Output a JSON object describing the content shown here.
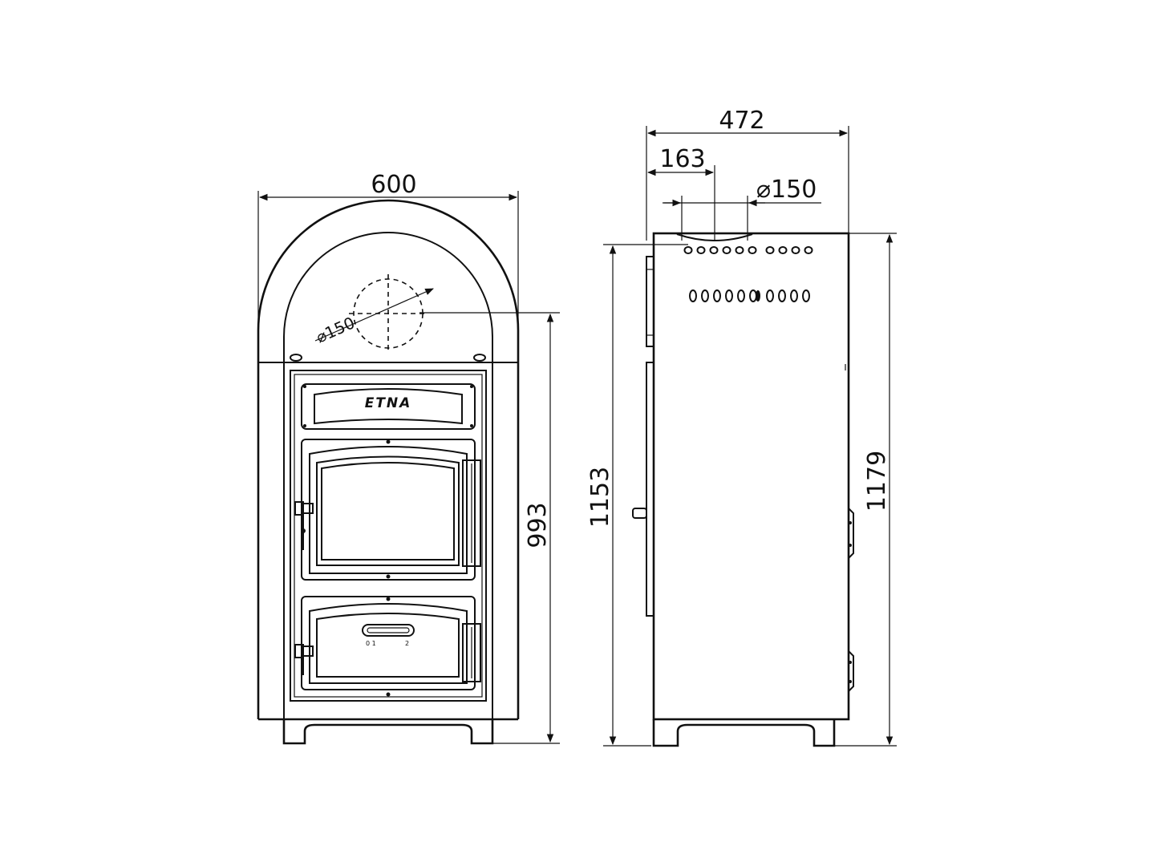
{
  "front_view": {
    "width_label": "600",
    "height_label": "993",
    "flue_label": "⌀150",
    "brand_label": "ETNA",
    "ashdoor_marks": [
      "0 1",
      "2"
    ]
  },
  "side_view": {
    "depth_label": "472",
    "flue_offset_label": "163",
    "flue_diameter_label": "⌀150",
    "height_left_label": "1153",
    "height_right_label": "1179"
  }
}
